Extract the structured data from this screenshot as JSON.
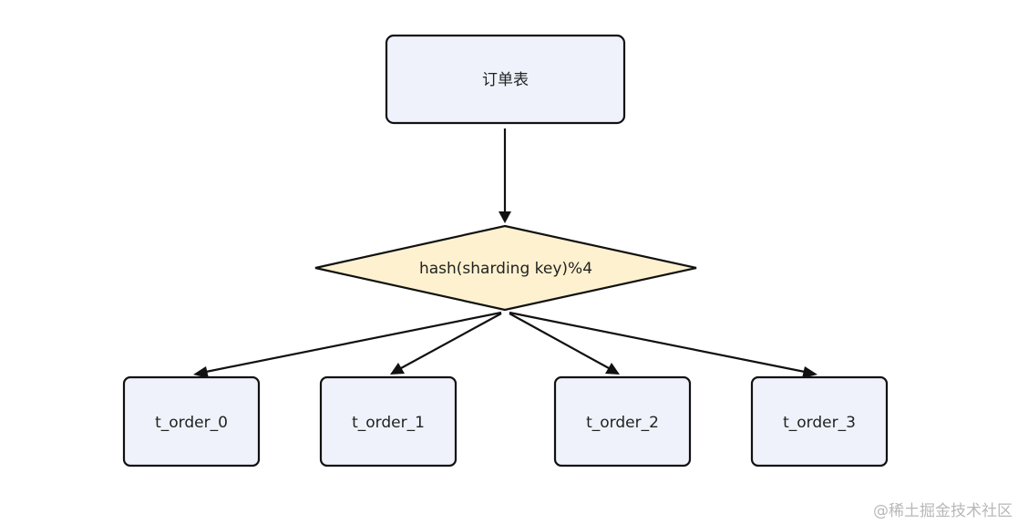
{
  "diagram": {
    "root": {
      "label": "订单表"
    },
    "decision": {
      "label": "hash(sharding key)%4"
    },
    "tables": [
      {
        "label": "t_order_0"
      },
      {
        "label": "t_order_1"
      },
      {
        "label": "t_order_2"
      },
      {
        "label": "t_order_3"
      }
    ],
    "colors": {
      "box_fill": "#eff2fa",
      "decision_fill": "#fdf1cf",
      "stroke": "#111111"
    }
  },
  "watermark": "@稀土掘金技术社区"
}
